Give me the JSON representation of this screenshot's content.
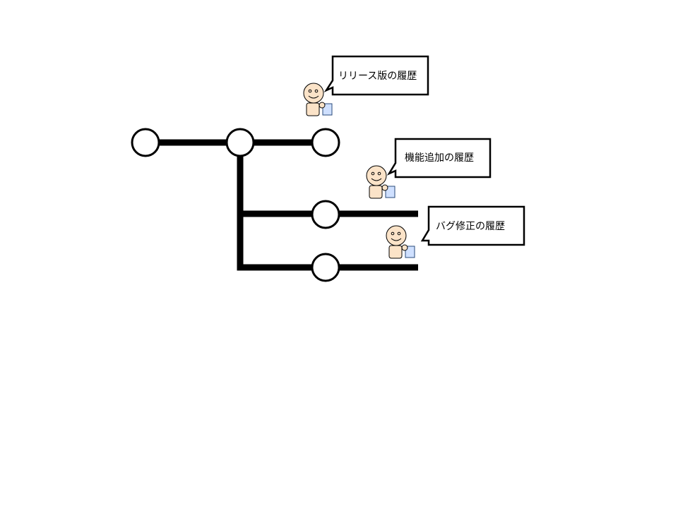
{
  "colors": {
    "line": "#000000",
    "node_fill": "#ffffff",
    "callout_fill": "#ffffff",
    "face": "#fbe3c8",
    "document": "#cfe0ff",
    "document_stroke": "#2a4a7a"
  },
  "callouts": {
    "release": {
      "text": "リリース版の履歴",
      "icon": "person-with-document-icon"
    },
    "feature": {
      "text": "機能追加の履歴",
      "icon": "person-with-document-icon"
    },
    "bugfix": {
      "text": "バグ修正の履歴",
      "icon": "person-with-document-icon"
    }
  }
}
